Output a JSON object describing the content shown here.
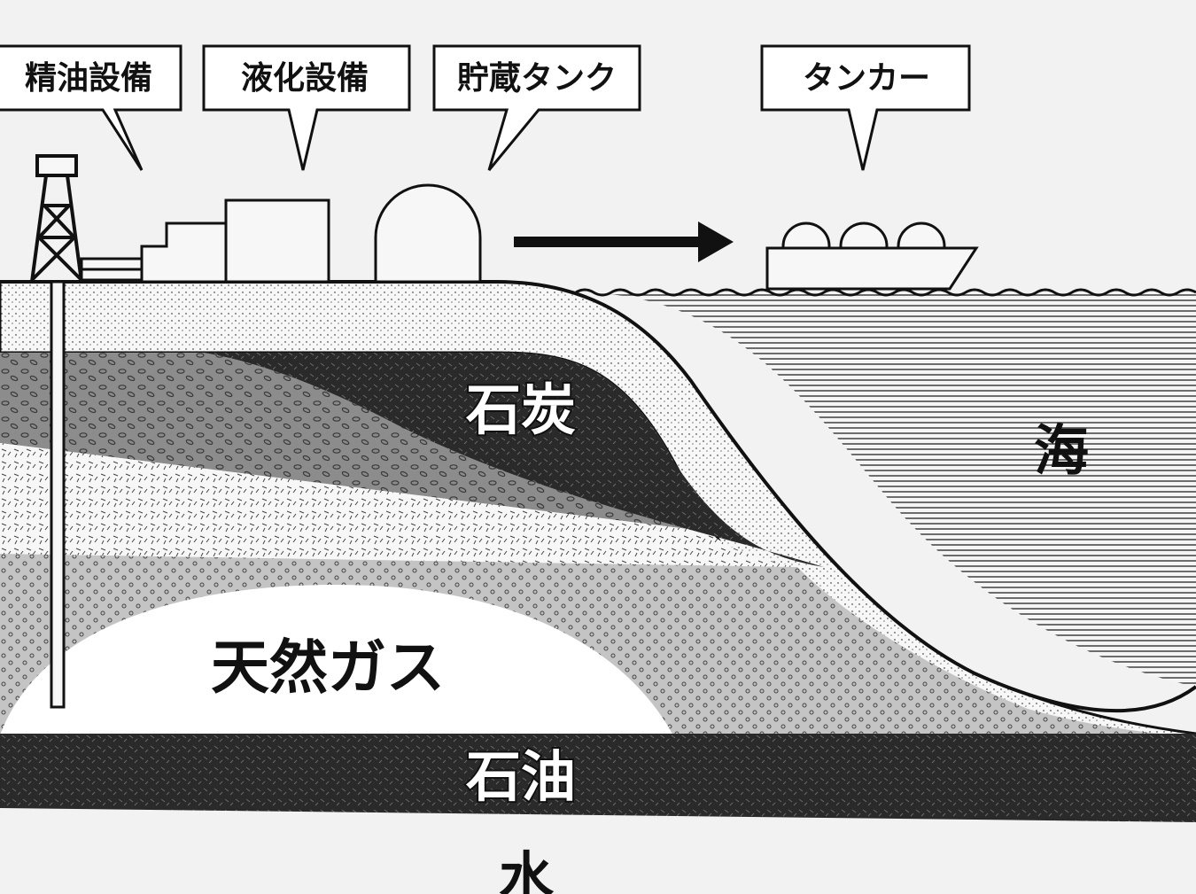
{
  "callouts": {
    "refinery": "精油設備",
    "liquefaction": "液化設備",
    "storage_tank": "貯蔵タンク",
    "tanker": "タンカー"
  },
  "layers": {
    "coal": "石炭",
    "sea": "海",
    "natural_gas": "天然ガス",
    "oil": "石油",
    "water": "水"
  },
  "colors": {
    "background": "#f2f2f2",
    "ink": "#111111",
    "dark_layer": "#2a2a2a",
    "mid_gray": "#8c8c8c",
    "light_gray": "#c4c4c4"
  },
  "icons": {
    "derrick": "oil-derrick-icon",
    "arrow": "arrow-right-icon",
    "ship": "lng-tanker-icon"
  }
}
